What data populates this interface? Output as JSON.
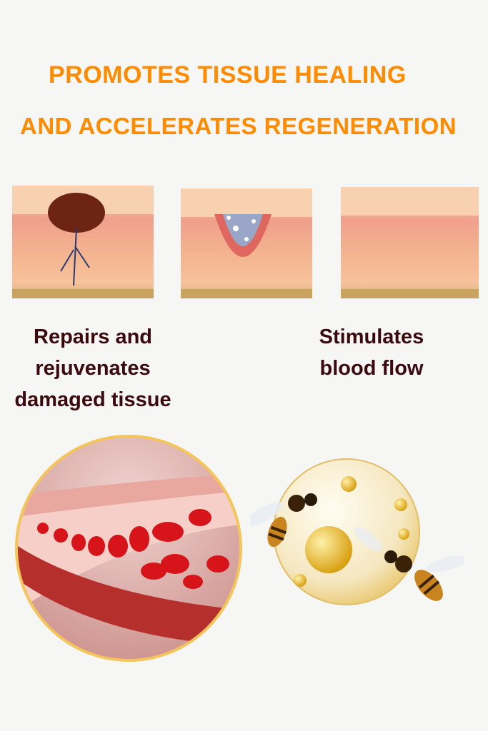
{
  "header": {
    "line1": "PROMOTES TISSUE HEALING",
    "line2": "AND ACCELERATES REGENERATION"
  },
  "captions": {
    "left": [
      "Repairs and",
      "rejuvenates",
      "damaged tissue"
    ],
    "right": [
      "Stimulates",
      "blood flow"
    ]
  },
  "colors": {
    "accent": "#ff8c00",
    "caption": "#3b0a0e",
    "ring": "#f3c55a"
  }
}
